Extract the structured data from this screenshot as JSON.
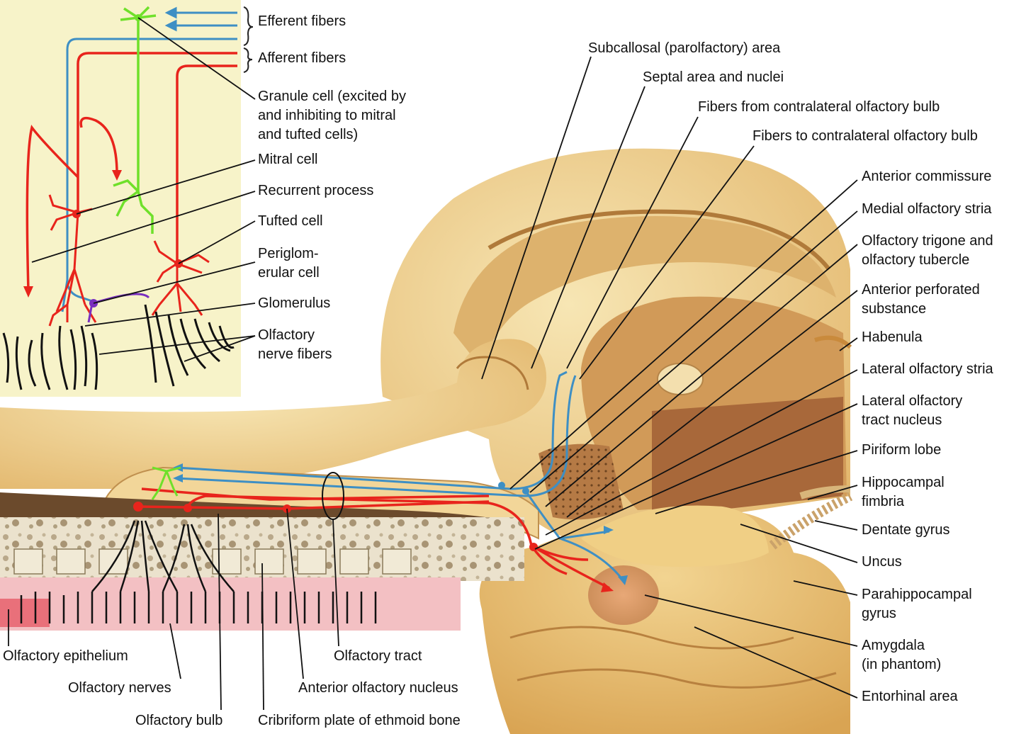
{
  "labels": {
    "efferent_fibers": "Efferent fibers",
    "afferent_fibers": "Afferent fibers",
    "granule_cell": [
      "Granule cell (excited by",
      "and inhibiting to mitral",
      "and tufted cells)"
    ],
    "mitral_cell": "Mitral cell",
    "recurrent_process": "Recurrent process",
    "tufted_cell": "Tufted cell",
    "periglomerular_cell": [
      "Periglom-",
      "erular cell"
    ],
    "glomerulus": "Glomerulus",
    "olfactory_nerve_fibers": [
      "Olfactory",
      "nerve fibers"
    ],
    "subcallosal_area": "Subcallosal (parolfactory) area",
    "septal_area": "Septal area and nuclei",
    "fibers_from_contralateral": "Fibers from contralateral olfactory bulb",
    "fibers_to_contralateral": "Fibers to contralateral olfactory bulb",
    "anterior_commissure": "Anterior commissure",
    "medial_olfactory_stria": "Medial olfactory stria",
    "olfactory_trigone": [
      "Olfactory trigone and",
      "olfactory tubercle"
    ],
    "anterior_perforated_substance": [
      "Anterior perforated",
      "substance"
    ],
    "habenula": "Habenula",
    "lateral_olfactory_stria": "Lateral olfactory stria",
    "lateral_olfactory_tract_nucleus": [
      "Lateral olfactory",
      "tract nucleus"
    ],
    "piriform_lobe": "Piriform lobe",
    "hippocampal_fimbria": [
      "Hippocampal",
      "fimbria"
    ],
    "dentate_gyrus": "Dentate gyrus",
    "uncus": "Uncus",
    "parahippocampal_gyrus": [
      "Parahippocampal",
      "gyrus"
    ],
    "amygdala": [
      "Amygdala",
      "(in phantom)"
    ],
    "entorhinal_area": "Entorhinal area",
    "olfactory_epithelium": "Olfactory epithelium",
    "olfactory_nerves": "Olfactory nerves",
    "olfactory_bulb": "Olfactory bulb",
    "cribriform_plate": "Cribriform plate of ethmoid bone",
    "anterior_olfactory_nucleus": "Anterior olfactory nucleus",
    "olfactory_tract": "Olfactory tract"
  },
  "colors": {
    "afferent": "#e8241c",
    "efferent": "#3e8fc4",
    "granule": "#6fe02a",
    "periglomerular": "#7a2fbf",
    "nerve": "#111111",
    "inset_bg": "#f7f3c9",
    "brain_light": "#f2d79a",
    "brain_mid": "#e5b869",
    "brain_dark": "#c98a3c",
    "bone": "#ece3cf",
    "epithelium": "#f2b3b8"
  }
}
